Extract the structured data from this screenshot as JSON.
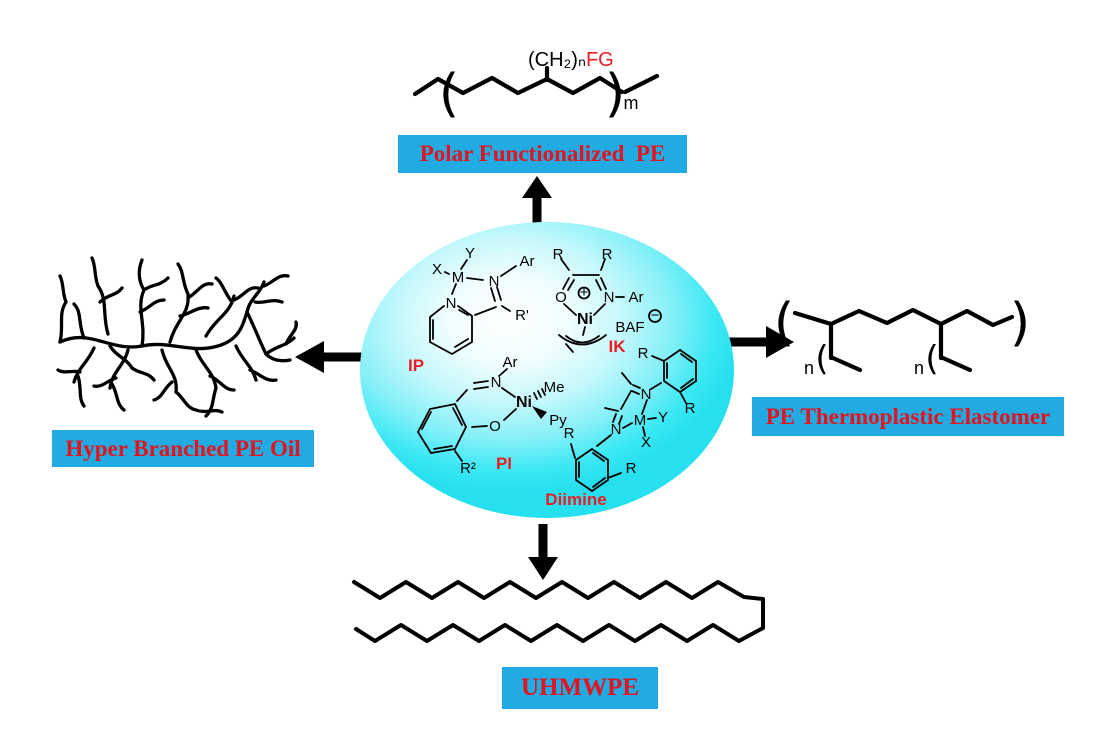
{
  "colors": {
    "background": "#ffffff",
    "box_bg": "#21abe2",
    "box_text_red": "#e4131d",
    "structure_red": "#ed1c24",
    "ellipse_cyan": "#2ee3f2",
    "structure_black": "#000000"
  },
  "boxes": {
    "top": "Polar Functionalized  PE",
    "left": "Hyper Branched PE Oil",
    "right": "PE Thermoplastic Elastomer",
    "bottom": "UHMWPE"
  },
  "polar_pe": {
    "chain_label": "(CH₂)ₙ",
    "functional_group": "FG",
    "repeat_sub": "m",
    "open_paren": "(",
    "close_paren": ")"
  },
  "elastomer": {
    "open_paren": "(",
    "close_paren": ")",
    "branch_paren_1": "(",
    "branch_paren_2": "(",
    "repeat_sub_1": "n",
    "repeat_sub_2": "n"
  },
  "catalysts": {
    "ip": {
      "tag": "IP",
      "X": "X",
      "M": "M",
      "Y": "Y",
      "N": "N",
      "Ar": "Ar",
      "R_prime": "R'",
      "ring_N": "N"
    },
    "ik": {
      "tag": "IK",
      "R_left": "R",
      "R_right": "R",
      "O": "O",
      "N": "N",
      "Ar": "Ar",
      "Ni": "Ni",
      "plus": "+",
      "counterion": "BAF",
      "minus": "−"
    },
    "pi": {
      "tag": "PI",
      "Ar": "Ar",
      "N": "N",
      "Ni": "Ni",
      "Me": "Me",
      "Py": "Py",
      "O": "O",
      "R2": "R²"
    },
    "diimine": {
      "tag": "Diimine",
      "N_top": "N",
      "N_bottom": "N",
      "M": "M",
      "Y": "Y",
      "X": "X",
      "R": "R"
    }
  }
}
